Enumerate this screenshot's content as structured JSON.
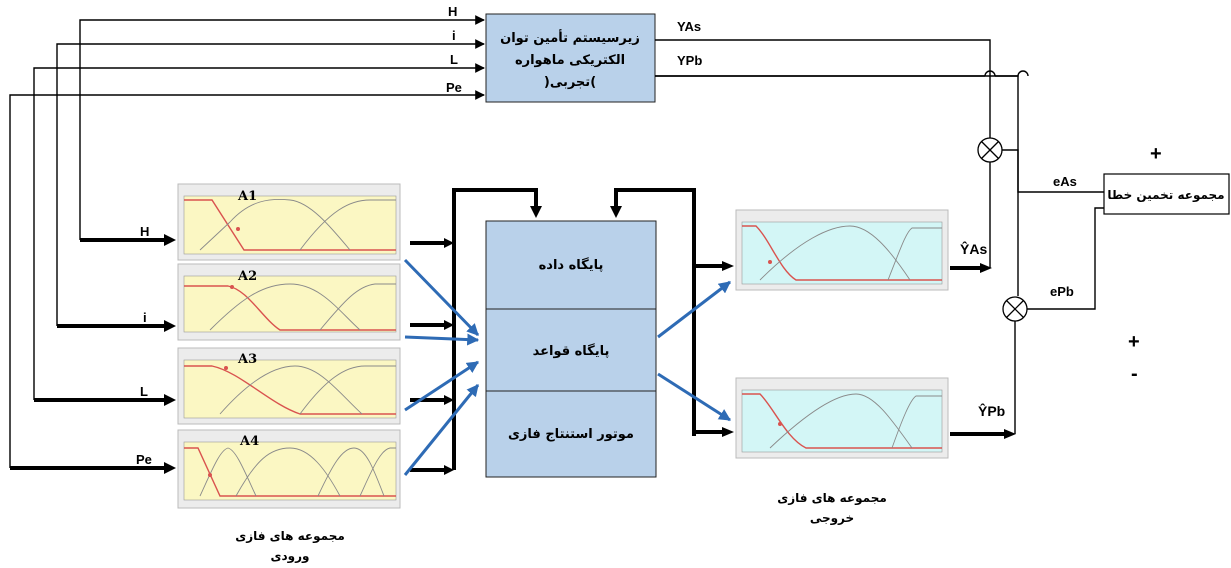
{
  "subsystem": {
    "line1": "زیرسیستم تأمین توان",
    "line2": "الکتریکی ماهواره",
    "line3": ")تجربی("
  },
  "inputs": [
    "H",
    "i",
    "L",
    "Pe"
  ],
  "outputs": {
    "y_as": "YAs",
    "y_pb": "YPb",
    "y_as_hat": "ŶAs",
    "y_pb_hat": "ŶPb"
  },
  "errors": {
    "e_as": "eAs",
    "e_pb": "ePb"
  },
  "error_block": "مجموعه تخمین خطا",
  "signs": {
    "plus_top": "+",
    "minus_top": "-",
    "plus_bottom": "+",
    "minus_bottom": "-"
  },
  "fis_blocks": {
    "database": "پایگاه داده",
    "rulebase": "پایگاه قواعد",
    "engine": "موتور استنتاج فازی"
  },
  "mf_labels": [
    "A1",
    "A2",
    "A3",
    "A4"
  ],
  "captions": {
    "input_sets_l1": "مجموعه های فازی",
    "input_sets_l2": "ورودی",
    "output_sets_l1": "مجموعه های فازی",
    "output_sets_l2": "خروجی"
  },
  "colors": {
    "block_fill": "#b9d1ea",
    "input_panel": "#fbf7c3",
    "output_panel": "#d3f6f6",
    "arrow_blue": "#2e6bb5",
    "mf_active": "#d9534f",
    "mf_other": "#8a8a8a"
  }
}
